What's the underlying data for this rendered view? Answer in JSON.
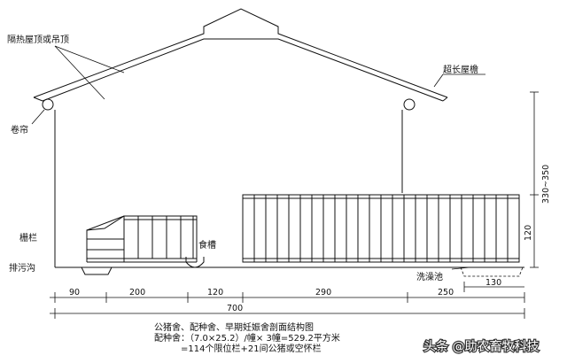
{
  "labels": {
    "roof_insulation": "隔热屋顶或吊顶",
    "eave": "超长屋檐",
    "curtain": "卷帘",
    "fence": "栅栏",
    "drain_ditch": "排污沟",
    "trough": "食槽",
    "bath_pool": "洗澡池"
  },
  "dimensions": {
    "d90": "90",
    "d200": "200",
    "d120_bottom": "120",
    "d290": "290",
    "d250": "250",
    "d130": "130",
    "total": "700",
    "height_right": "330~350",
    "height_stall": "120"
  },
  "caption": {
    "line1": "公猪舍、配种舍、早期妊娠舍剖面结构图",
    "line2": "配种舍：（7.0×25.2）/幢× 3幢=529.2平方米",
    "line3": "=114个限位栏+21间公猪或空怀栏"
  },
  "watermark": {
    "text": "头条 @助农畜牧科技"
  }
}
